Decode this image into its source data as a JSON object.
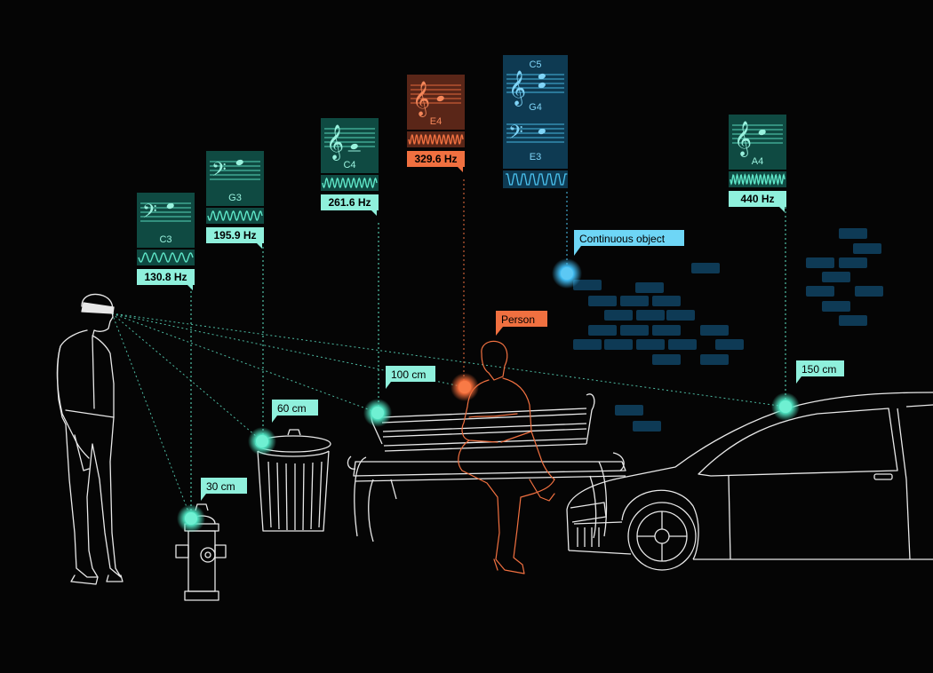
{
  "colors": {
    "background": "#050505",
    "teal": "#5fe6c8",
    "teal_panel": "#0f4a42",
    "teal_label_bg": "#8ff0dc",
    "orange": "#f07040",
    "orange_panel": "#5a2618",
    "blue": "#4bc3f0",
    "blue_panel": "#0e3a52",
    "brick": "#0e3a55",
    "outline": "#e8e8e8"
  },
  "distance_labels": [
    {
      "id": "hydrant",
      "text": "30 cm"
    },
    {
      "id": "trash",
      "text": "60 cm"
    },
    {
      "id": "bench",
      "text": "100 cm"
    },
    {
      "id": "car",
      "text": "150 cm"
    }
  ],
  "object_labels": [
    {
      "id": "person",
      "text": "Person"
    },
    {
      "id": "continuous",
      "text": "Continuous object"
    }
  ],
  "notes": [
    {
      "id": "c3",
      "clef": "bass",
      "note": "C3",
      "freq": "130.8 Hz",
      "color": "teal"
    },
    {
      "id": "g3",
      "clef": "bass",
      "note": "G3",
      "freq": "195.9 Hz",
      "color": "teal"
    },
    {
      "id": "c4",
      "clef": "treble",
      "note": "C4",
      "freq": "261.6 Hz",
      "color": "teal"
    },
    {
      "id": "e4",
      "clef": "treble",
      "note": "E4",
      "freq": "329.6 Hz",
      "color": "orange"
    },
    {
      "id": "a4",
      "clef": "treble",
      "note": "A4",
      "freq": "440 Hz",
      "color": "teal"
    }
  ],
  "chord": {
    "id": "continuous",
    "notes": [
      "C5",
      "G4",
      "E3"
    ],
    "color": "blue"
  }
}
